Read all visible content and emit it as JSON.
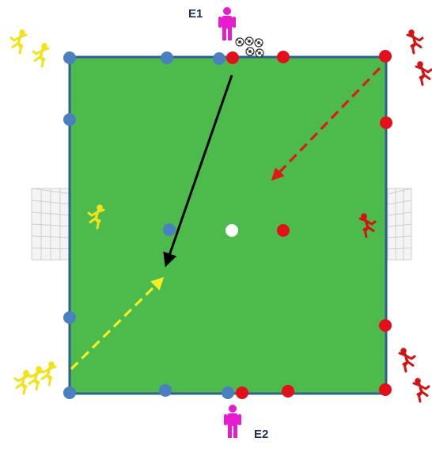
{
  "coaches": [
    {
      "id": "coach-e1",
      "label": "E1"
    },
    {
      "id": "coach-e2",
      "label": "E2"
    }
  ],
  "colors": {
    "field": "#4cbb4c",
    "field_border": "#2f5f8f",
    "blue_cone": "#4a80bf",
    "red_cone": "#e3101b",
    "yellow_team": "#f2e21a",
    "red_team": "#d11515",
    "coach": "#e81ccf",
    "goal": "#cccccc",
    "arrow_black": "#000000",
    "arrow_red": "#e01818",
    "arrow_yellow": "#f5ee22",
    "center_marker": "#ffffff"
  },
  "icons": {
    "player": "running-figure-icon",
    "coach": "standing-person-icon",
    "balls": "soccer-ball-icon",
    "goal": "goal-net-icon"
  }
}
